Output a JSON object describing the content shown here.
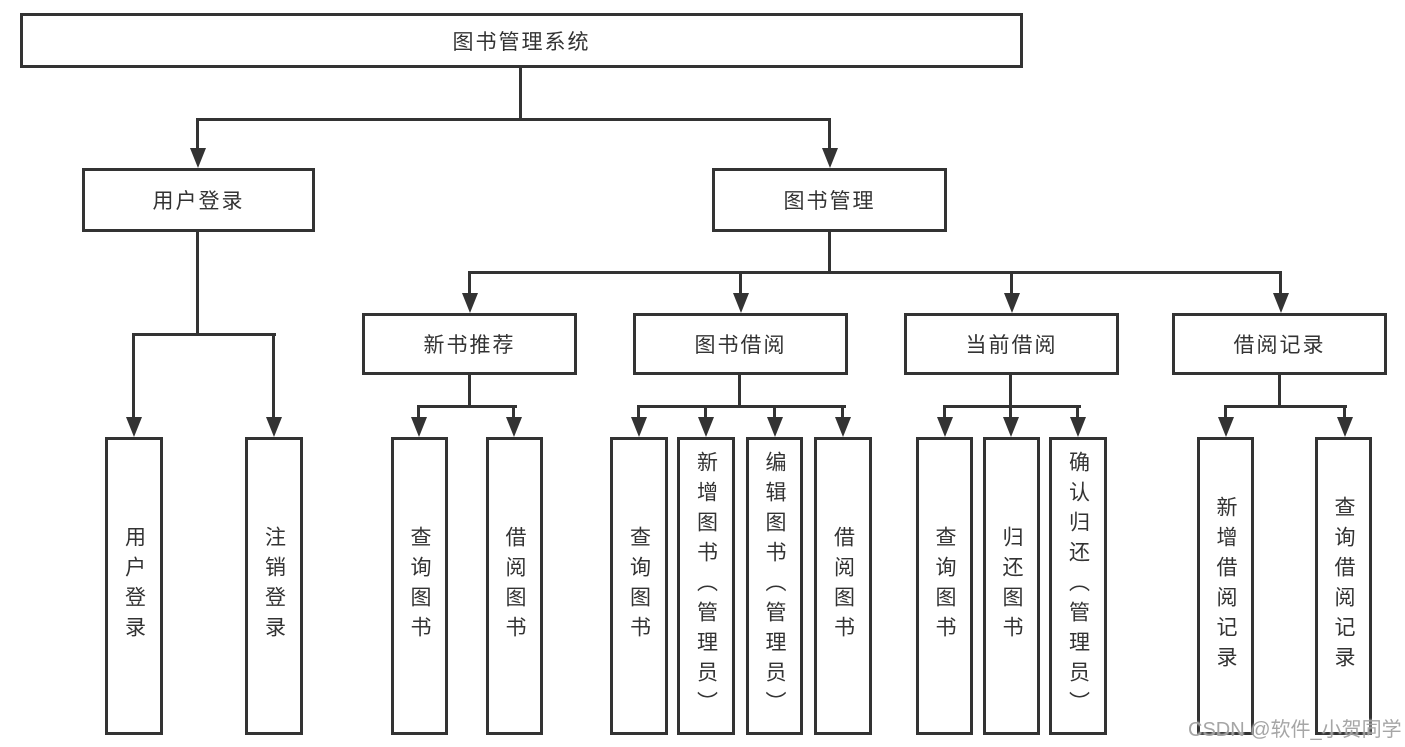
{
  "diagram": {
    "root": {
      "label": "图书管理系统"
    },
    "branches": [
      {
        "label": "用户登录",
        "children": [
          {
            "label": "用户登录"
          },
          {
            "label": "注销登录"
          }
        ]
      },
      {
        "label": "图书管理",
        "children": [
          {
            "label": "新书推荐",
            "children": [
              {
                "label": "查询图书"
              },
              {
                "label": "借阅图书"
              }
            ]
          },
          {
            "label": "图书借阅",
            "children": [
              {
                "label": "查询图书"
              },
              {
                "label": "新增图书（管理员）"
              },
              {
                "label": "编辑图书（管理员）"
              },
              {
                "label": "借阅图书"
              }
            ]
          },
          {
            "label": "当前借阅",
            "children": [
              {
                "label": "查询图书"
              },
              {
                "label": "归还图书"
              },
              {
                "label": "确认归还（管理员）"
              }
            ]
          },
          {
            "label": "借阅记录",
            "children": [
              {
                "label": "新增借阅记录"
              },
              {
                "label": "查询借阅记录"
              }
            ]
          }
        ]
      }
    ]
  },
  "colors": {
    "line": "#333333",
    "box_background": "#ffffff",
    "text": "#333333",
    "watermark": "#9e9e9e"
  },
  "watermark": {
    "text": "CSDN @软件_小贺同学"
  }
}
